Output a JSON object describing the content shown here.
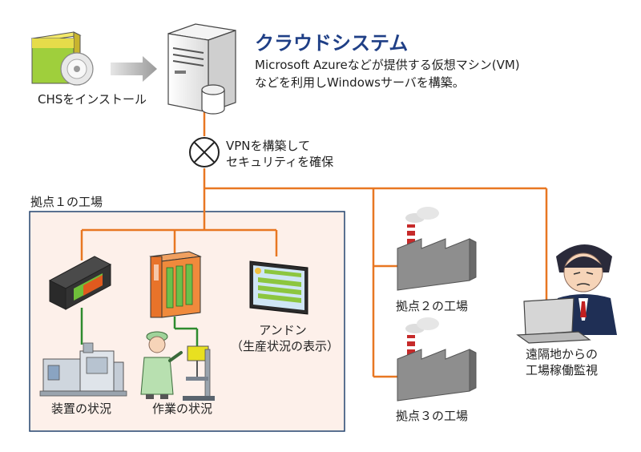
{
  "cloud": {
    "title": "クラウドシステム",
    "desc_line1": "Microsoft Azureなどが提供する仮想マシン(VM)",
    "desc_line2": "などを利用しWindowsサーバを構築。"
  },
  "chs": {
    "label": "CHSをインストール"
  },
  "vpn": {
    "line1": "VPNを構築して",
    "line2": "セキュリティを確保"
  },
  "site1": {
    "title": "拠点１の工場",
    "equipment_label": "装置の状況",
    "work_label": "作業の状況",
    "andon_line1": "アンドン",
    "andon_line2": "（生産状況の表示）"
  },
  "site2": {
    "label": "拠点２の工場"
  },
  "site3": {
    "label": "拠点３の工場"
  },
  "remote": {
    "line1": "遠隔地からの",
    "line2": "工場稼働監視"
  },
  "colors": {
    "connection_line": "#e87722",
    "device_link": "#2e8b2e",
    "title": "#1f3f86",
    "site_border": "#24446f",
    "site_fill": "#fdf0ea"
  }
}
